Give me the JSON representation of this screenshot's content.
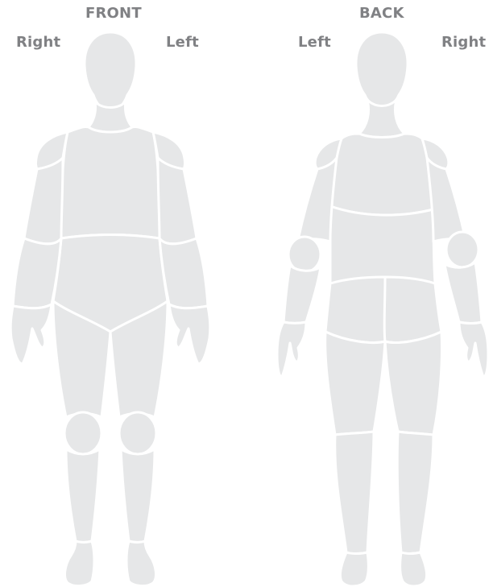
{
  "labels": {
    "front_title": "FRONT",
    "back_title": "BACK",
    "front_right": "Right",
    "front_left": "Left",
    "back_left": "Left",
    "back_right": "Right"
  },
  "colors": {
    "body": "#e6e7e8",
    "outline": "#ffffff",
    "label": "#808184"
  }
}
